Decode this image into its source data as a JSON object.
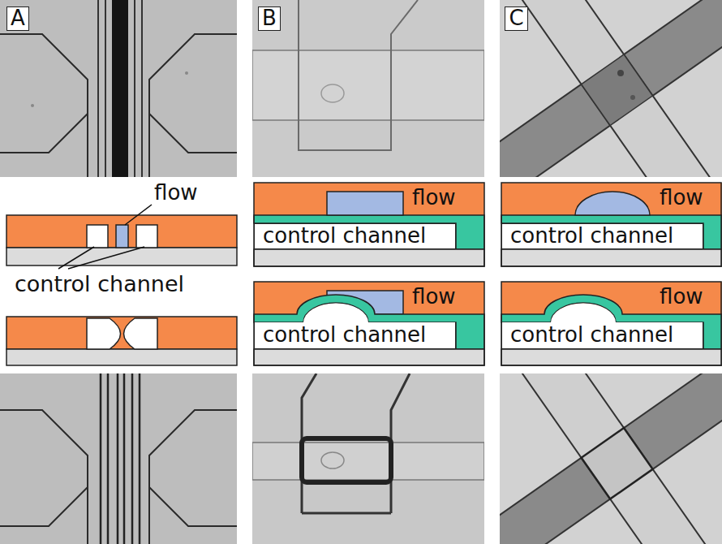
{
  "diagram": {
    "nodes": [
      {
        "text": [
          "A"
        ]
      },
      {
        "text": [
          "B"
        ]
      },
      {
        "text": [
          "C"
        ]
      },
      {
        "text": [
          "control channel"
        ]
      },
      {
        "text": [
          "control channel"
        ]
      },
      {
        "text": [
          "control channel"
        ]
      },
      {
        "text": [
          "control channel"
        ]
      }
    ],
    "labels": [
      "flow",
      "control channel",
      "flow",
      "flow",
      "flow",
      "flow"
    ]
  }
}
